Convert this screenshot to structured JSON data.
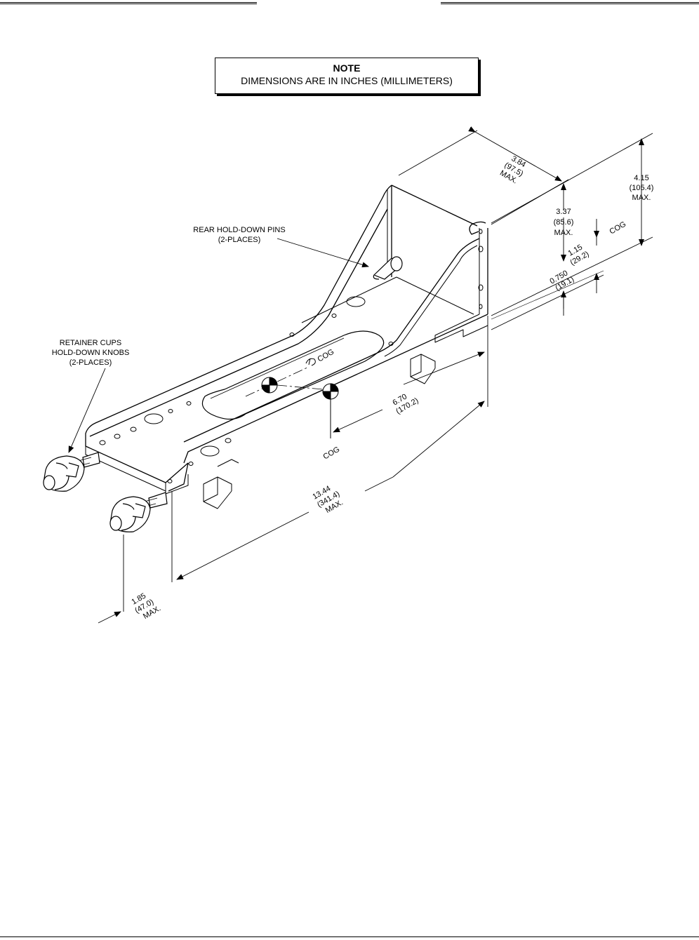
{
  "note": {
    "title": "NOTE",
    "text": "DIMENSIONS ARE IN INCHES (MILLIMETERS)"
  },
  "callouts": {
    "rear_pins": [
      "REAR HOLD-DOWN PINS",
      "(2-PLACES)"
    ],
    "retainer": [
      "RETAINER CUPS",
      "HOLD-DOWN KNOBS",
      "(2-PLACES)"
    ],
    "cog_top": "COG",
    "cog_center": "COG",
    "cog_bottom": "COG"
  },
  "dimensions": {
    "depth": [
      "3.84",
      "(97.5)",
      "MAX."
    ],
    "height_max": [
      "4.15",
      "(105.4)",
      "MAX."
    ],
    "height_inner": [
      "3.37",
      "(85.6)",
      "MAX."
    ],
    "cog_height": [
      "1.15",
      "(29.2)"
    ],
    "base_offset": [
      "0.750",
      "(19.1)"
    ],
    "cog_length": [
      "6.70",
      "(170.2)"
    ],
    "length": [
      "13.44",
      "(341.4)",
      "MAX."
    ],
    "knob": [
      "1.85",
      "(47.0)",
      "MAX."
    ]
  }
}
